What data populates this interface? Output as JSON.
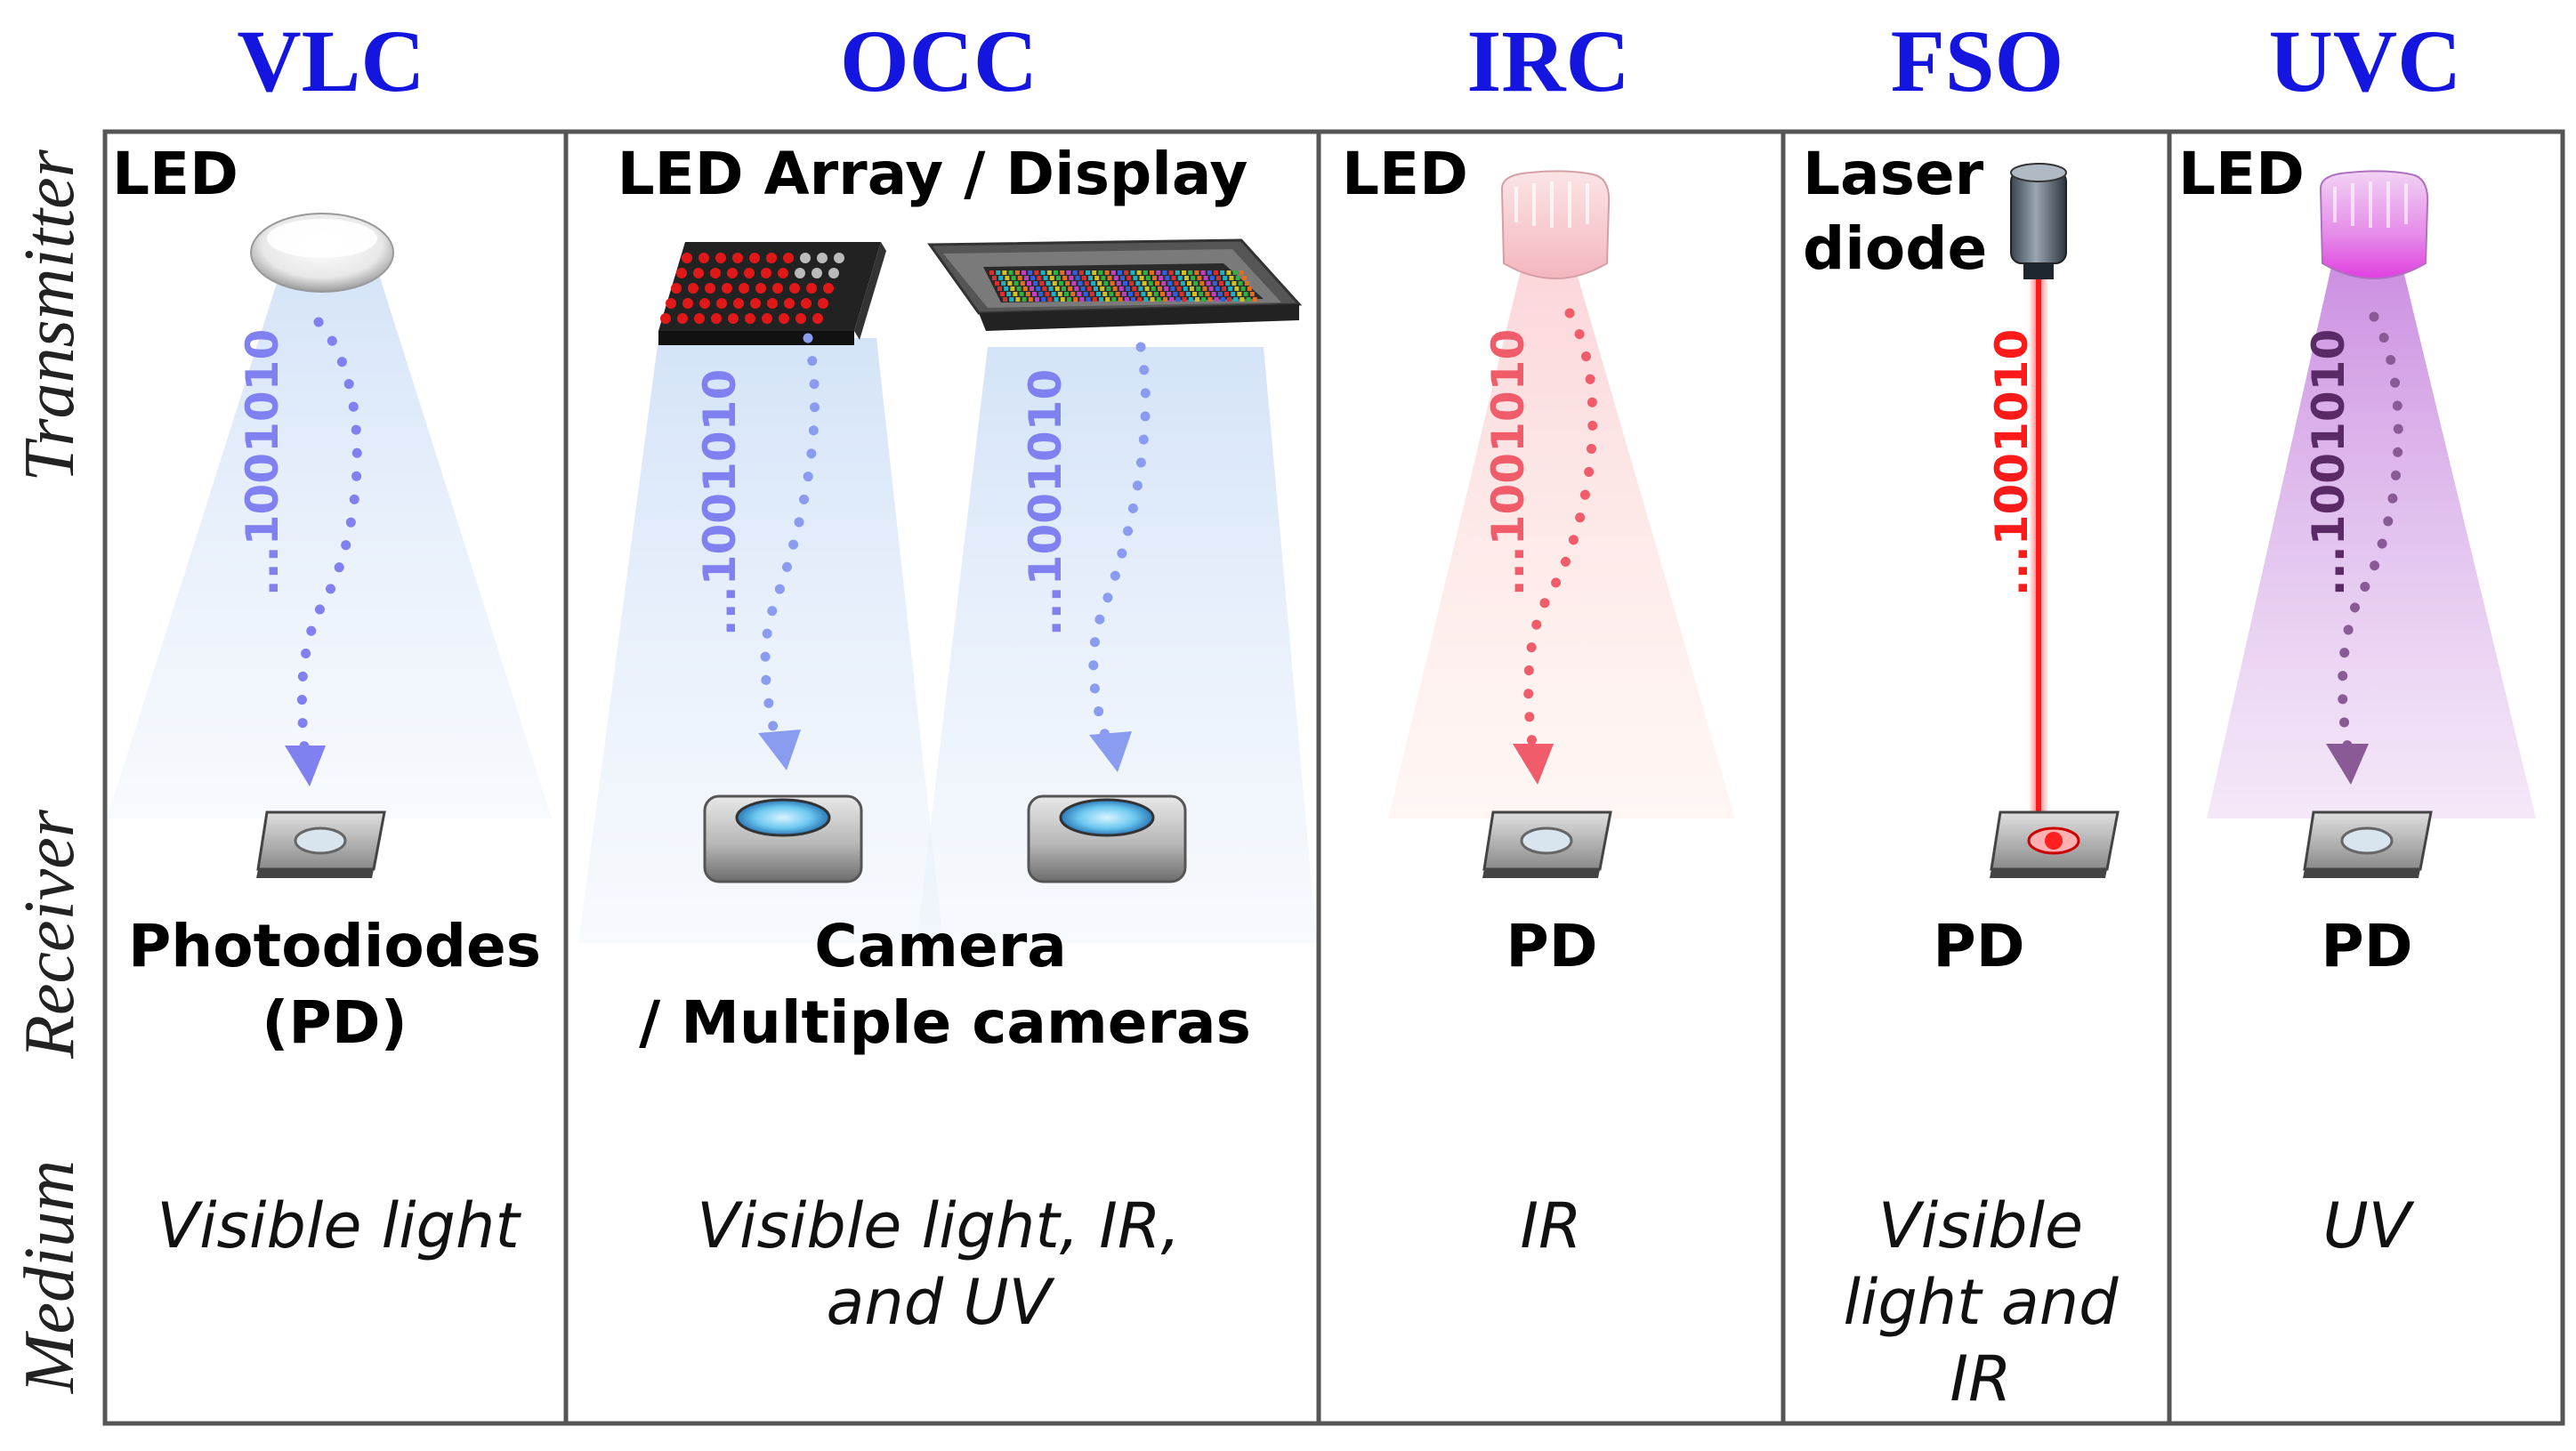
{
  "row_labels": {
    "transmitter": "Transmitter",
    "receiver": "Receiver",
    "medium": "Medium"
  },
  "bit_pattern": "...1001010",
  "columns": [
    {
      "id": "vlc",
      "header": "VLC",
      "transmitter": "LED",
      "receiver_lines": [
        "Photodiodes",
        "(PD)"
      ],
      "medium_lines": [
        "Visible light"
      ],
      "color": "#8080f0"
    },
    {
      "id": "occ",
      "header": "OCC",
      "transmitter": "LED Array / Display",
      "receiver_lines": [
        "Camera",
        "/ Multiple cameras"
      ],
      "medium_lines": [
        "Visible light, IR,",
        "and UV"
      ],
      "color": "#8080f0"
    },
    {
      "id": "irc",
      "header": "IRC",
      "transmitter": "LED",
      "receiver_lines": [
        "PD"
      ],
      "medium_lines": [
        "IR"
      ],
      "color": "#f06070"
    },
    {
      "id": "fso",
      "header": "FSO",
      "transmitter_lines": [
        "Laser",
        "diode"
      ],
      "receiver_lines": [
        "PD"
      ],
      "medium_lines": [
        "Visible",
        "light and",
        "IR"
      ],
      "color": "#ff2020"
    },
    {
      "id": "uvc",
      "header": "UVC",
      "transmitter": "LED",
      "receiver_lines": [
        "PD"
      ],
      "medium_lines": [
        "UV"
      ],
      "color": "#7a4a8a"
    }
  ]
}
